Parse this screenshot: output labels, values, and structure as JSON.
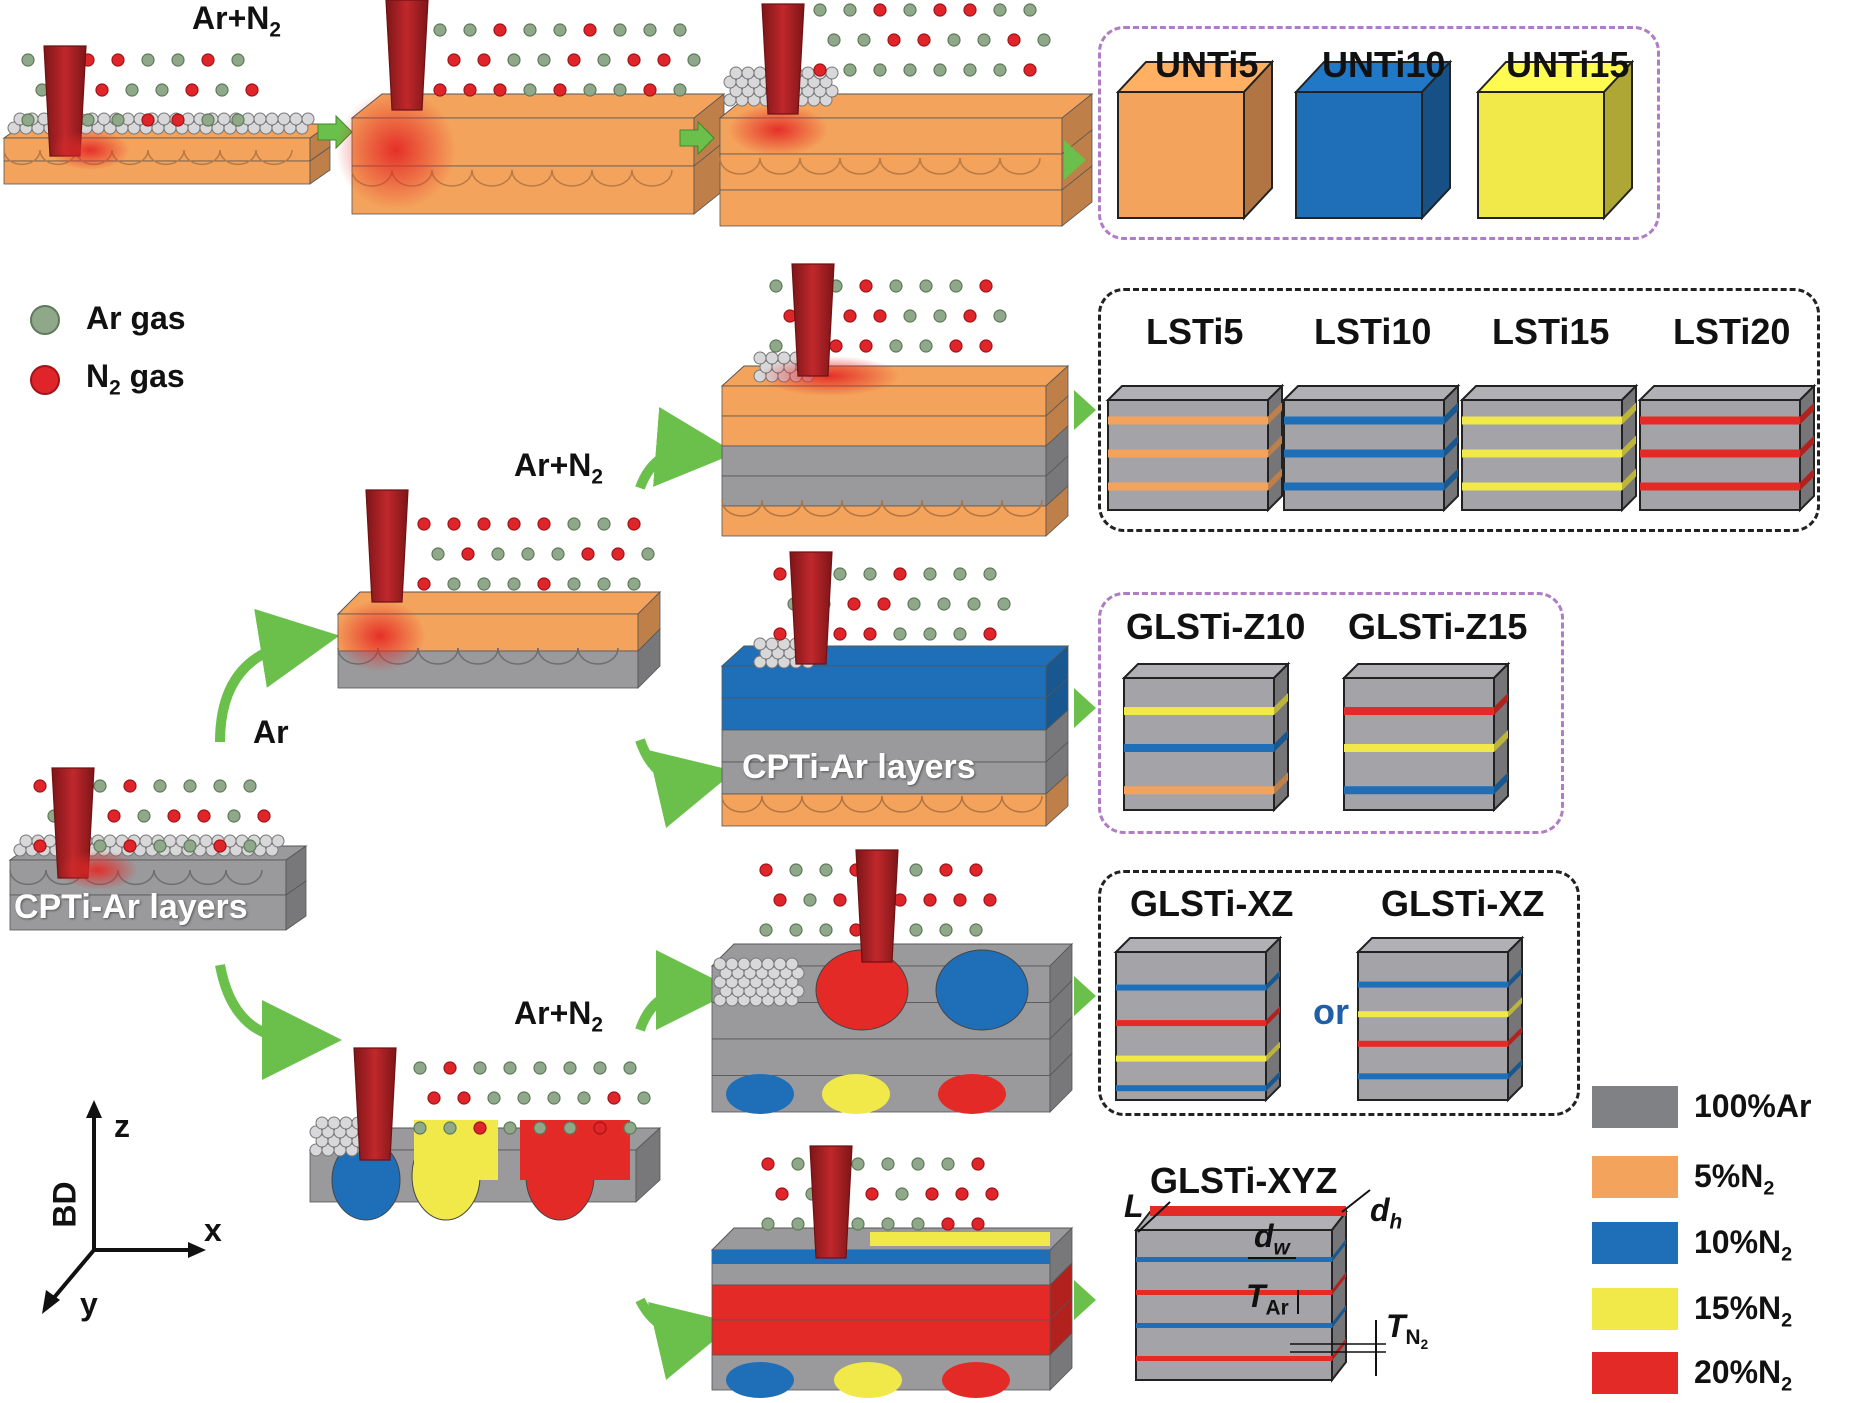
{
  "process_labels": {
    "top_gas": "Ar+N",
    "top_gas_sub": "2",
    "mid_gas": "Ar+N",
    "mid_gas_sub": "2",
    "low_gas": "Ar+N",
    "low_gas_sub": "2",
    "ar_only": "Ar",
    "cpti_layers_base": "CPTi-Ar layers",
    "cpti_layers_mid": "CPTi-Ar layers"
  },
  "gas_legend": {
    "ar_label": "Ar gas",
    "n2_label": "N",
    "n2_sub": "2",
    "n2_suffix": " gas",
    "ar_color": "#8fa88a",
    "n2_color": "#e0252a"
  },
  "sample_groups": {
    "unti": [
      "UNTi5",
      "UNTi10",
      "UNTi15"
    ],
    "lsti": [
      "LSTi5",
      "LSTi10",
      "LSTi15",
      "LSTi20"
    ],
    "glsti_z": [
      "GLSTi-Z10",
      "GLSTi-Z15"
    ],
    "glsti_xz": [
      "GLSTi-XZ",
      "GLSTi-XZ"
    ],
    "or_label": "or",
    "glsti_xyz": "GLSTi-XYZ"
  },
  "dimension_labels": {
    "L": "L",
    "d": "d",
    "w": "w",
    "h": "h",
    "T": "T",
    "ar": "Ar",
    "n": "N",
    "two": "2"
  },
  "axes": {
    "bd": "BD",
    "z": "z",
    "x": "x",
    "y": "y"
  },
  "composition_legend": [
    {
      "label": "100%Ar",
      "sub": "",
      "color": "#808184"
    },
    {
      "label": "5%N",
      "sub": "2",
      "color": "#f4a35c"
    },
    {
      "label": "10%N",
      "sub": "2",
      "color": "#1f6fb8"
    },
    {
      "label": "15%N",
      "sub": "2",
      "color": "#f1e84a"
    },
    {
      "label": "20%N",
      "sub": "2",
      "color": "#e42a26"
    }
  ],
  "colors": {
    "gray": "#9a9a9c",
    "gray_dark": "#6e6e70",
    "orange": "#f4a35c",
    "orange_dark": "#cf7f3c",
    "blue": "#1f6fb8",
    "blue_dark": "#154f86",
    "yellow": "#f1e84a",
    "yellow_dark": "#bdb52a",
    "red": "#e42a26",
    "nozzle": "#b5262a",
    "arrow": "#6ac04b",
    "box_purple": "#b07cc6",
    "box_black": "#222222",
    "or_blue": "#1f5fa8"
  }
}
